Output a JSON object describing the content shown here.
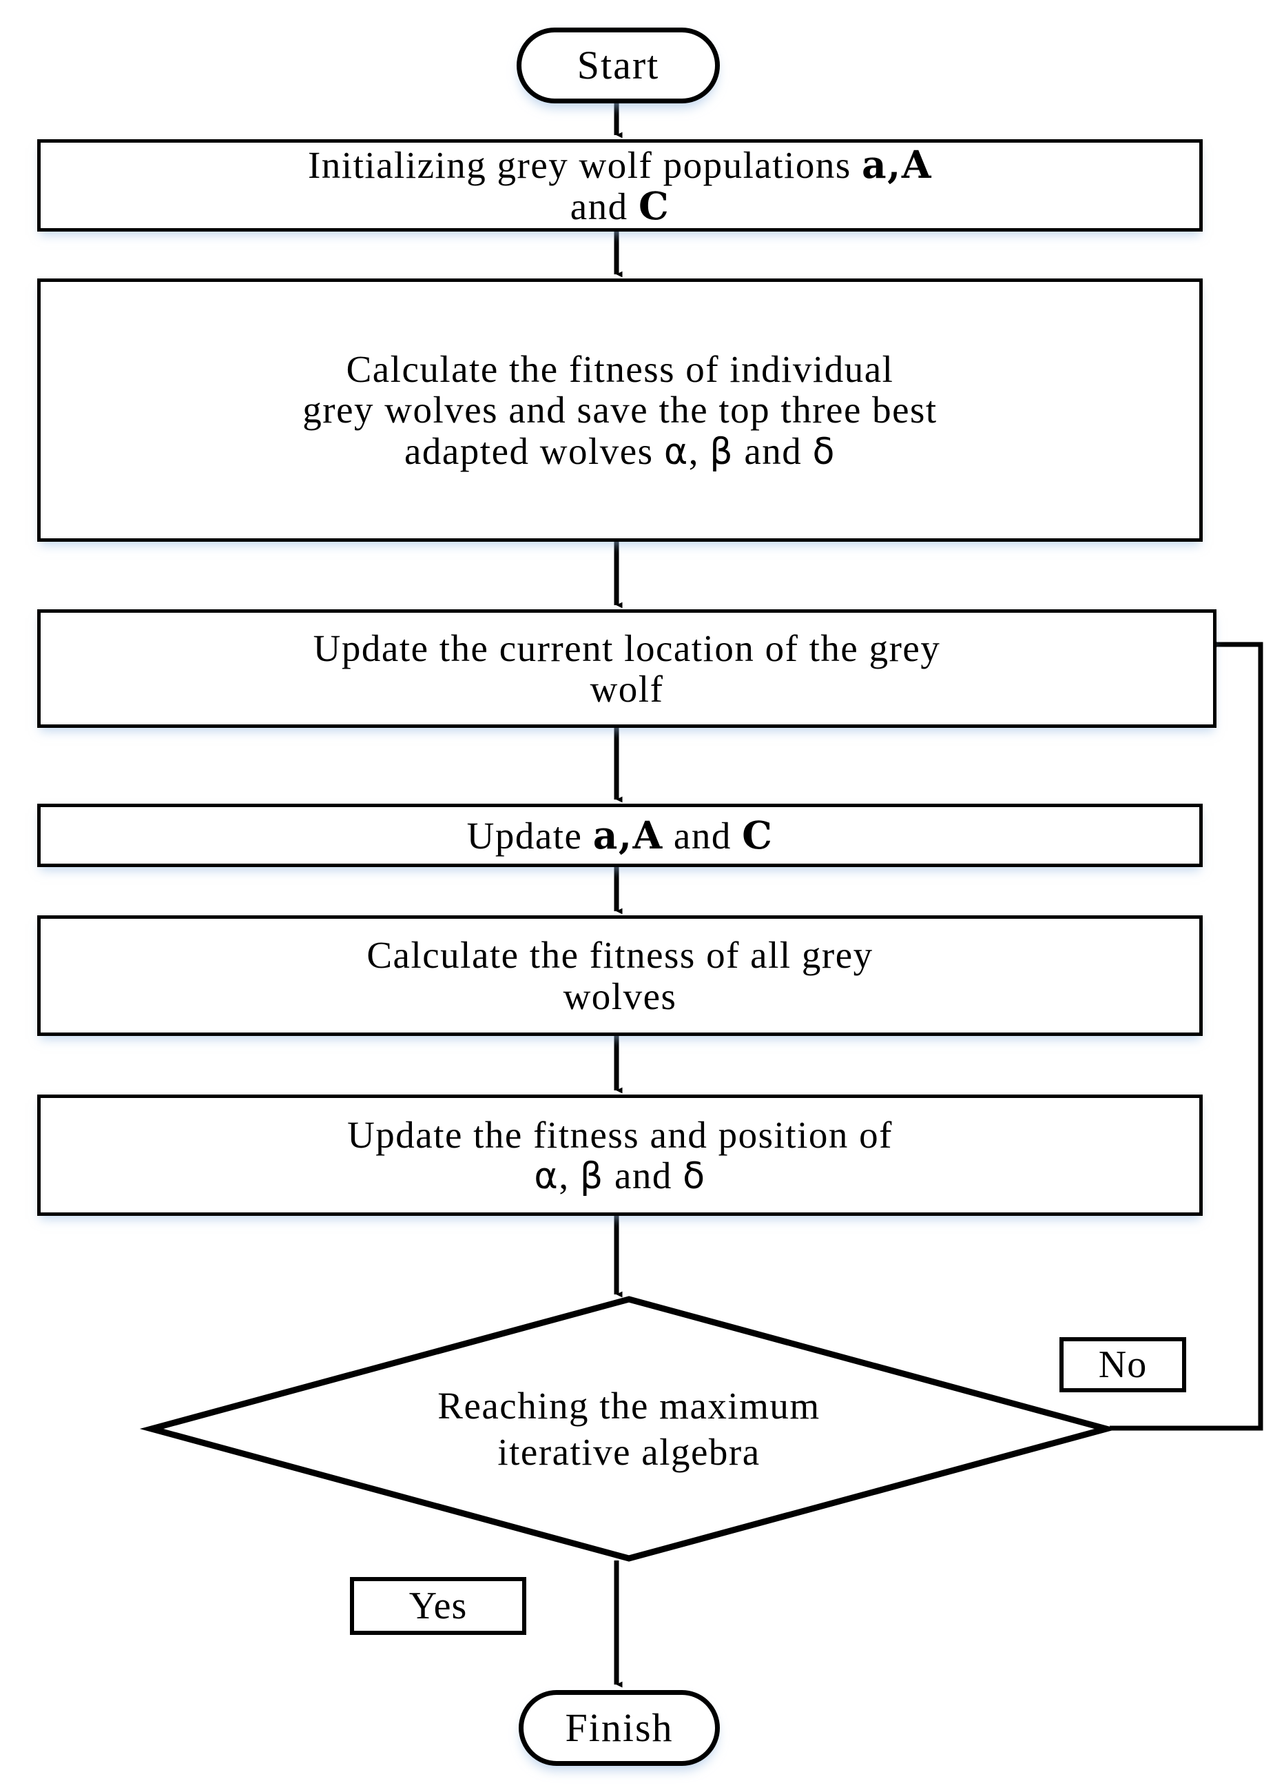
{
  "diagram": {
    "type": "flowchart",
    "title": "Grey Wolf Optimizer (GWO) algorithm flowchart",
    "colors": {
      "stroke": "#000000",
      "fill": "#ffffff",
      "shadow": "#96b9e1"
    },
    "nodes": {
      "start": {
        "shape": "terminal",
        "label": "Start"
      },
      "init": {
        "shape": "process",
        "line1_pre": "Initializing grey wolf populations ",
        "line1_sym_a": "a",
        "line1_comma": ",",
        "line1_sym_A": "A",
        "line2_pre": "and ",
        "line2_sym_C": "C",
        "full_text": "Initializing grey wolf populations a,A and C"
      },
      "fitness_individual": {
        "shape": "process",
        "line1": "Calculate the fitness of individual",
        "line2": "grey wolves and save the top three best",
        "line3_pre": "adapted wolves ",
        "line3_alpha": "α",
        "line3_comma": ", ",
        "line3_beta": "β",
        "line3_and": " and ",
        "line3_delta": "δ",
        "full_text": "Calculate the fitness of individual grey wolves and save the top three best adapted wolves α, β and δ"
      },
      "update_location": {
        "shape": "process",
        "line1": "Update the current location of the grey",
        "line2": "wolf",
        "full_text": "Update the current location of the grey wolf"
      },
      "update_aAC": {
        "shape": "process",
        "pre": "Update ",
        "sym_a": "a",
        "comma": ",",
        "sym_A": "A",
        "and": " and ",
        "sym_C": "C",
        "full_text": "Update a,A and C"
      },
      "fitness_all": {
        "shape": "process",
        "line1": "Calculate the fitness of all grey",
        "line2": "wolves",
        "full_text": "Calculate the fitness of all grey wolves"
      },
      "update_abd": {
        "shape": "process",
        "line1": "Update the fitness and position of",
        "line2_alpha": "α",
        "line2_comma": ", ",
        "line2_beta": "β",
        "line2_and": " and ",
        "line2_delta": "δ",
        "full_text": "Update the fitness and position of α, β and δ"
      },
      "decision": {
        "shape": "diamond",
        "line1": "Reaching the maximum",
        "line2": "iterative algebra",
        "full_text": "Reaching the maximum iterative algebra"
      },
      "finish": {
        "shape": "terminal",
        "label": "Finish"
      }
    },
    "branch_labels": {
      "no": "No",
      "yes": "Yes"
    },
    "edges": [
      {
        "from": "start",
        "to": "init",
        "label": ""
      },
      {
        "from": "init",
        "to": "fitness_individual",
        "label": ""
      },
      {
        "from": "fitness_individual",
        "to": "update_location",
        "label": ""
      },
      {
        "from": "update_location",
        "to": "update_aAC",
        "label": ""
      },
      {
        "from": "update_aAC",
        "to": "fitness_all",
        "label": ""
      },
      {
        "from": "fitness_all",
        "to": "update_abd",
        "label": ""
      },
      {
        "from": "update_abd",
        "to": "decision",
        "label": ""
      },
      {
        "from": "decision",
        "to": "update_location",
        "label": "No"
      },
      {
        "from": "decision",
        "to": "finish",
        "label": "Yes"
      }
    ]
  }
}
